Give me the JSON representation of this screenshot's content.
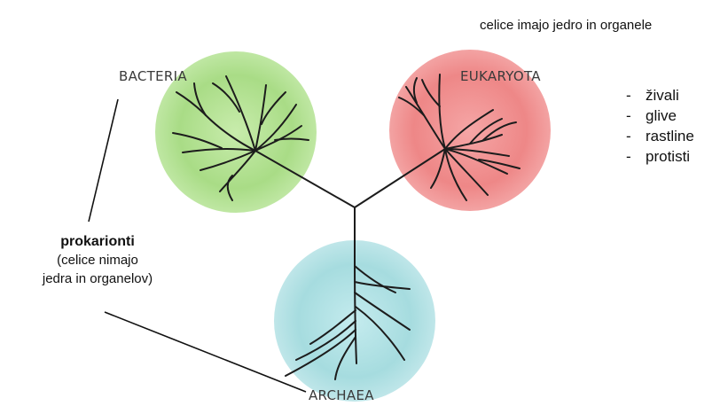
{
  "header_note": "celice imajo jedro in organele",
  "domains": {
    "bacteria": "BACTERIA",
    "eukaryota": "EUKARYOTA",
    "archaea": "ARCHAEA"
  },
  "eukaryote_groups": [
    "živali",
    "glive",
    "rastline",
    "protisti"
  ],
  "eukaryote_dash": "-",
  "prokaryote_note": {
    "title": "prokarionti",
    "line1": "(celice nimajo",
    "line2": "jedra in organelov)"
  },
  "colors": {
    "bacteria_circle": "#a9dc86",
    "eukaryota_circle": "#f08a8a",
    "archaea_circle": "#a9dde0",
    "branches": "#1c1c1c"
  }
}
